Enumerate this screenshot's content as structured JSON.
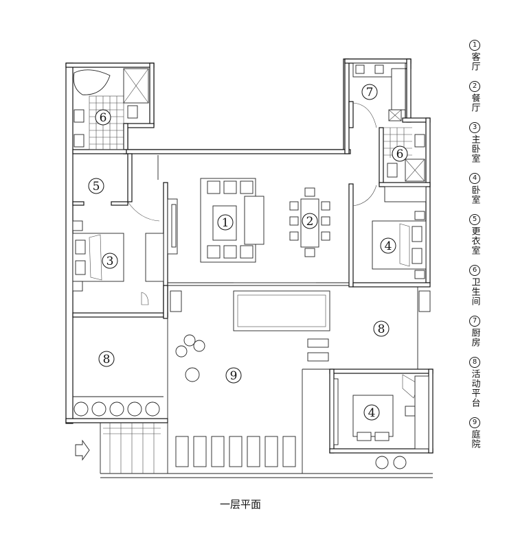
{
  "caption": "一层平面",
  "legend": [
    {
      "num": "1",
      "label": "客厅"
    },
    {
      "num": "2",
      "label": "餐厅"
    },
    {
      "num": "3",
      "label": "主卧室"
    },
    {
      "num": "4",
      "label": "卧室"
    },
    {
      "num": "5",
      "label": "更衣室"
    },
    {
      "num": "6",
      "label": "卫生间"
    },
    {
      "num": "7",
      "label": "厨房"
    },
    {
      "num": "8",
      "label": "活动平台"
    },
    {
      "num": "9",
      "label": "庭院"
    }
  ],
  "room_labels": {
    "living": "1",
    "dining": "2",
    "master_bedroom": "3",
    "bedroom_right": "4",
    "bedroom_bottom": "4",
    "dressing": "5",
    "bath_left": "6",
    "bath_right": "6",
    "kitchen": "7",
    "platform_left": "8",
    "platform_right": "8",
    "courtyard": "9"
  }
}
